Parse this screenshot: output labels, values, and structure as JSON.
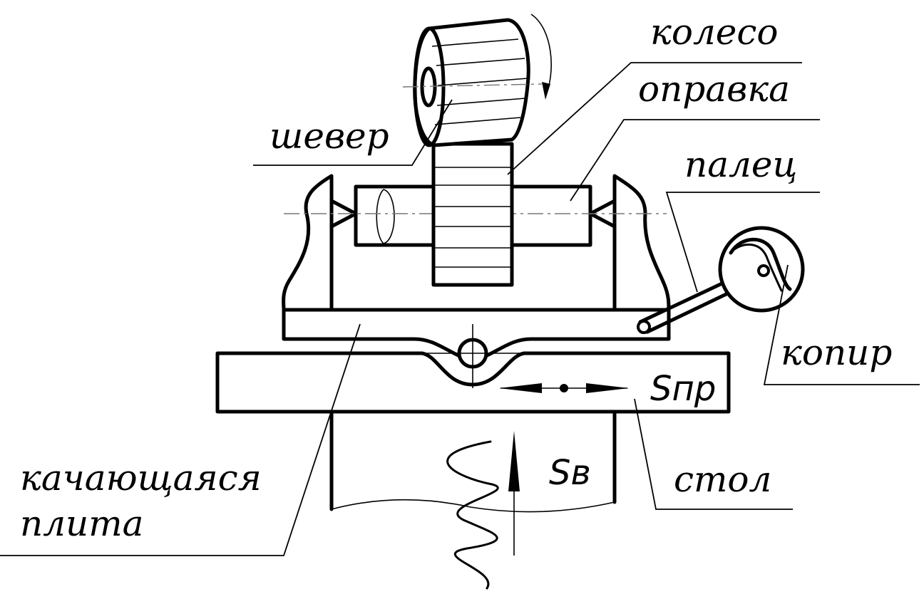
{
  "labels": {
    "wheel": "колесо",
    "mandrel": "оправка",
    "shaver": "шевер",
    "finger": "палец",
    "copier": "копир",
    "rocking_plate_line1": "качающаяся",
    "rocking_plate_line2": "плита",
    "table": "стол"
  },
  "symbols": {
    "longitudinal_feed": "Sпр",
    "vertical_feed": "Sв"
  },
  "colors": {
    "line": "#000000",
    "axis": "#777777",
    "background": "#ffffff"
  }
}
